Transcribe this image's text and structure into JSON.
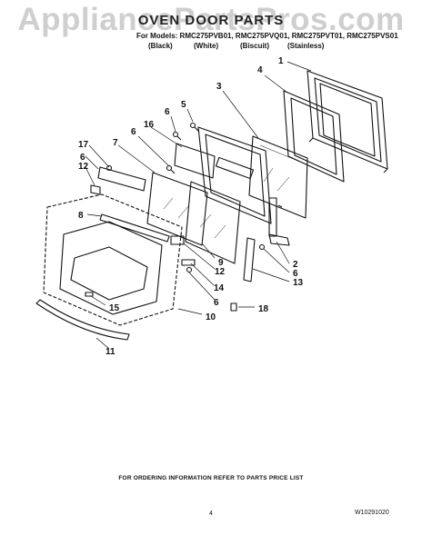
{
  "watermark": "AppliancePartsPros.com",
  "header": {
    "title": "OVEN DOOR PARTS",
    "models_line": "For Models: RMC275PVB01, RMC275PVQ01, RMC275PVT01, RMC275PVS01",
    "finishes": [
      "(Black)",
      "(White)",
      "(Biscuit)",
      "(Stainless)"
    ]
  },
  "callouts": [
    "1",
    "2",
    "3",
    "4",
    "5",
    "6",
    "6",
    "6",
    "6",
    "6",
    "7",
    "8",
    "9",
    "10",
    "11",
    "12",
    "12",
    "13",
    "14",
    "15",
    "16",
    "17",
    "18"
  ],
  "footer": {
    "ordering_note": "FOR ORDERING INFORMATION REFER TO PARTS PRICE LIST",
    "page_number": "4",
    "document_number": "W10291020"
  }
}
